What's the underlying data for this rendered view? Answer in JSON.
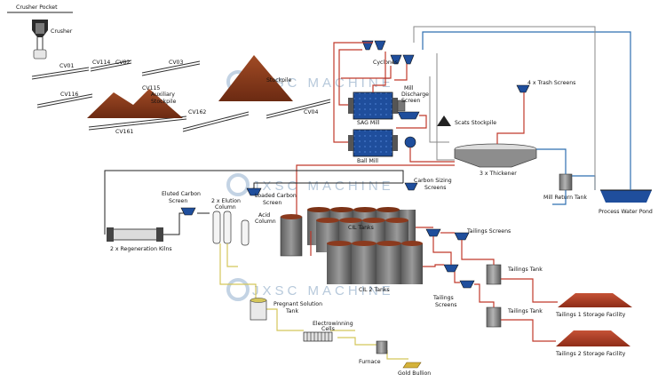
{
  "labels": {
    "crusher_pocket": "Crusher Pocket",
    "crusher": "Crusher",
    "cv01": "CV01",
    "cv114": "CV114",
    "cv02": "CV02",
    "cv03": "CV03",
    "cv04": "CV04",
    "cv115": "CV115",
    "cv116": "CV116",
    "cv162": "CV162",
    "cv161": "CV161",
    "auxiliary_stockpile": "Auxiliary\nStockpile",
    "stockpile": "Stockpile",
    "cyclones": "Cyclones",
    "mill_discharge_screen": "Mill\nDischarge\nScreen",
    "sag_mill": "SAG Mill",
    "ball_mill": "Ball Mill",
    "scats_stockpile": "Scats Stockpile",
    "trash_screens": "4 x Trash Screens",
    "thickener": "3 x Thickener",
    "mill_return_tank": "Mill Return Tank",
    "process_water_pond": "Process Water Pond",
    "carbon_sizing_screens": "Carbon Sizing\nScreens",
    "eluted_carbon_screen": "Eluted Carbon\nScreen",
    "elution_column": "2 x Elution\nColumn",
    "loaded_carbon_screen": "Loaded Carbon\nScreen",
    "acid_column": "Acid\nColumn",
    "regeneration_kilns": "2 x Regeneration Kilns",
    "cil_tanks": "CIL Tanks",
    "tailings_screens_top": "Tailings Screens",
    "tailings_screens_bottom": "Tailings\nScreens",
    "cil_tanks_2": "CIL 2 Tanks",
    "tailings_tank_1": "Tailings Tank",
    "tailings_tank_2": "Tailings Tank",
    "tailings_storage_1": "Tailings 1 Storage Facility",
    "tailings_storage_2": "Tailings 2 Storage Facility",
    "pregnant_solution_tank": "Pregnant Solution\nTank",
    "electrowinning_cells": "Electrowinning\nCells",
    "furnace": "Furnace",
    "gold_bullion": "Gold Bullion"
  },
  "watermark": "JXSC MACHINE",
  "colors": {
    "slurry_red": "#c0392b",
    "water_blue": "#2e6fb0",
    "solution_yellow": "#d4c65a",
    "carbon_black": "#222222",
    "mill_blue": "#1f4e9c",
    "ore_brown": "#8b3a1e",
    "tailings_red": "#b5442a"
  }
}
